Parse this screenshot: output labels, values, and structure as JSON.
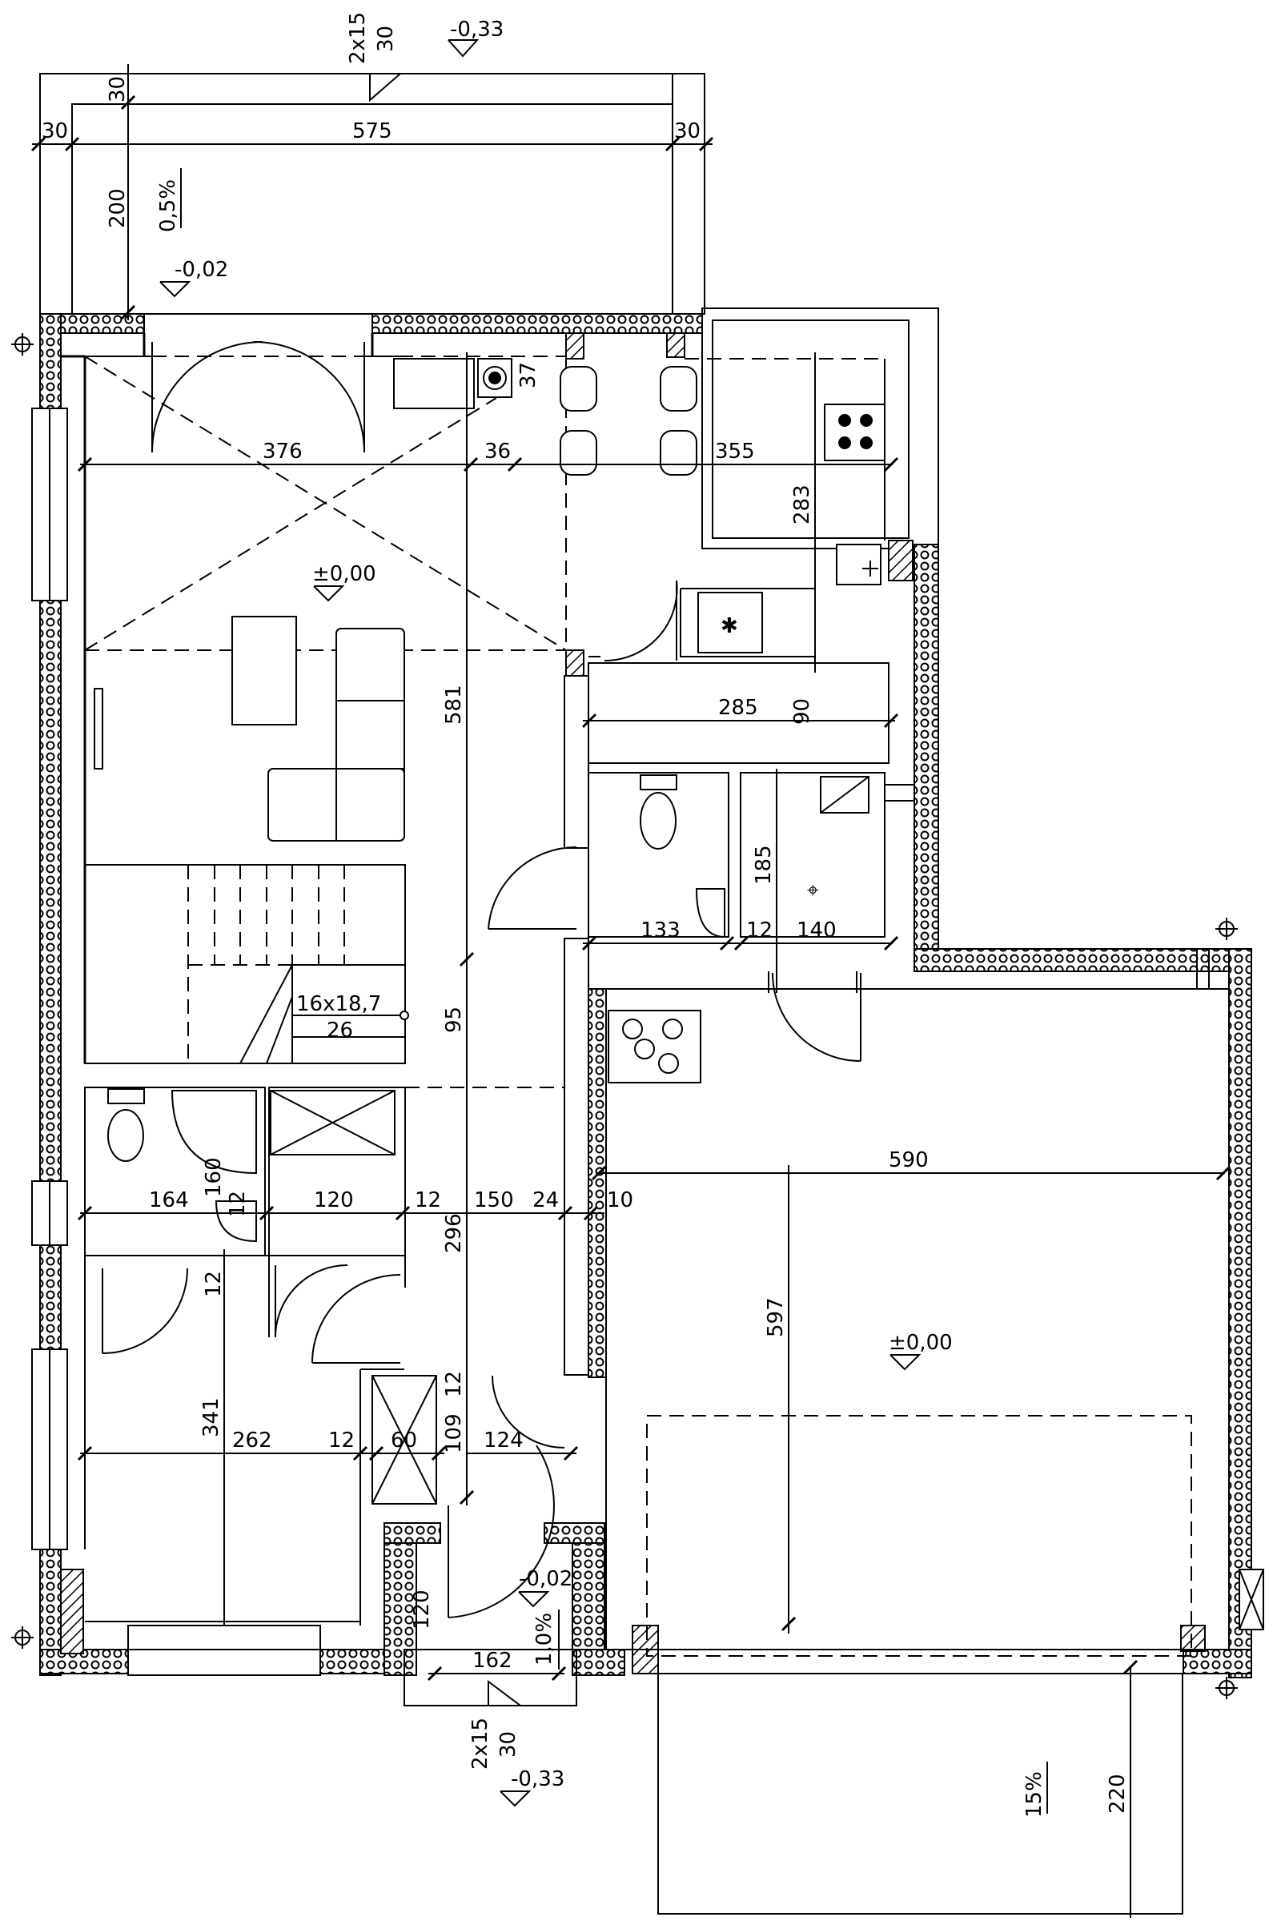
{
  "plan": {
    "level_markers": [
      "-0,33",
      "-0,02",
      "±0,00",
      "±0,00",
      "-0,02",
      "-0,33"
    ],
    "dimensions": {
      "terrace_width": "575",
      "terrace_wall_left": "30",
      "terrace_wall_right": "30",
      "terrace_top": "30",
      "terrace_depth": "200",
      "living_width": "376",
      "pillar": "36",
      "kitchen_width": "355",
      "kitchen_depth": "283",
      "corridor_width": "285",
      "corridor_depth": "90",
      "living_depth": "581",
      "wc_width": "133",
      "wall_12a": "12",
      "boiler_width": "140",
      "boiler_depth": "185",
      "gap_95": "95",
      "bath_width": "164",
      "bath_depth": "160",
      "wall_12b": "12",
      "storage_width": "120",
      "wall_12c": "12",
      "hall_width": "150",
      "wall_24": "24",
      "wall_10": "10",
      "garage_width": "590",
      "wall_12d": "12",
      "hall_depth": "296",
      "garage_depth": "597",
      "room_depth": "341",
      "room_width": "262",
      "wall_12e": "12",
      "closet_width": "60",
      "wall_12f": "12",
      "entry_109": "109",
      "entry_124": "124",
      "porch_depth": "120",
      "porch_width": "162",
      "driveway_depth": "220",
      "dim_37": "37"
    },
    "slopes": {
      "terrace": "0,5%",
      "porch": "1,0%",
      "driveway": "15%"
    },
    "stairs": {
      "spec": "16x18,7",
      "tread": "26"
    },
    "steps": {
      "top_count": "2x15",
      "top_height": "30",
      "bottom_count": "2x15",
      "bottom_height": "30"
    }
  }
}
